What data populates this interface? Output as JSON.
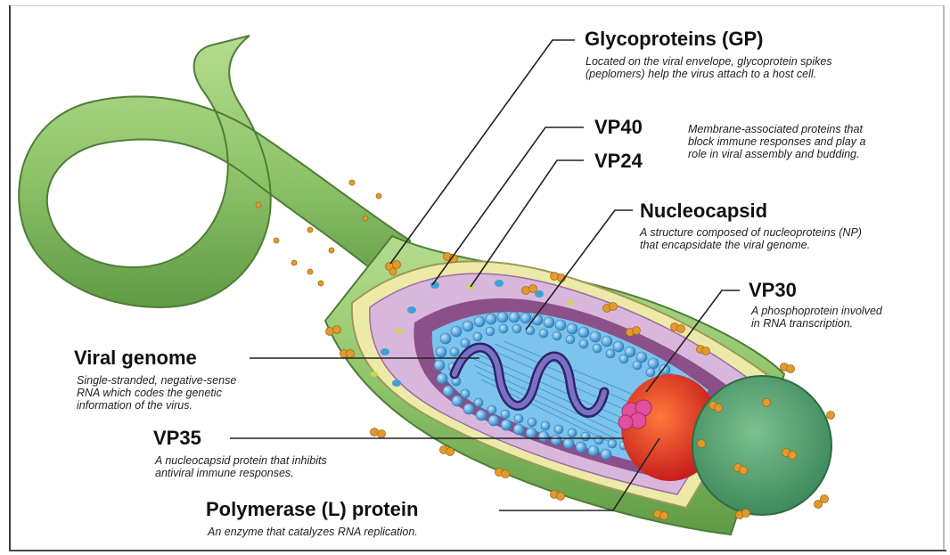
{
  "labels": {
    "gp": {
      "title": "Glycoproteins (GP)",
      "desc": "Located on the viral envelope, glycoprotein spikes\n(peplomers) help the virus attach to a host cell."
    },
    "vp40": {
      "title": "VP40"
    },
    "vp24": {
      "title": "VP24"
    },
    "vp40_vp24_desc": "Membrane-associated proteins that\nblock immune responses and play a\nrole in viral assembly and budding.",
    "nucleocapsid": {
      "title": "Nucleocapsid",
      "desc": "A structure composed of nucleoproteins (NP)\nthat encapsidate the viral genome."
    },
    "vp30": {
      "title": "VP30",
      "desc": "A phosphoprotein involved\nin RNA transcription."
    },
    "genome": {
      "title": "Viral genome",
      "desc": "Single-stranded, negative-sense\nRNA which codes the genetic\ninformation of the virus."
    },
    "vp35": {
      "title": "VP35",
      "desc": "A nucleocapsid protein that inhibits\nantiviral immune responses."
    },
    "polymerase": {
      "title": "Polymerase (L) protein",
      "desc": "An enzyme that catalyzes RNA replication."
    }
  },
  "colors": {
    "envelope": "#8fc46a",
    "envelope_dark": "#5f9a45",
    "membrane": "#e9e6a8",
    "matrix": "#d8b6dc",
    "inner": "#8b4f86",
    "capsid": "#4aa3dc",
    "genome": "#4b3f8f",
    "polymerase": "#e23b2f",
    "vp35": "#e04d9b",
    "spike": "#e29a2e",
    "cap": "#5fa873"
  }
}
